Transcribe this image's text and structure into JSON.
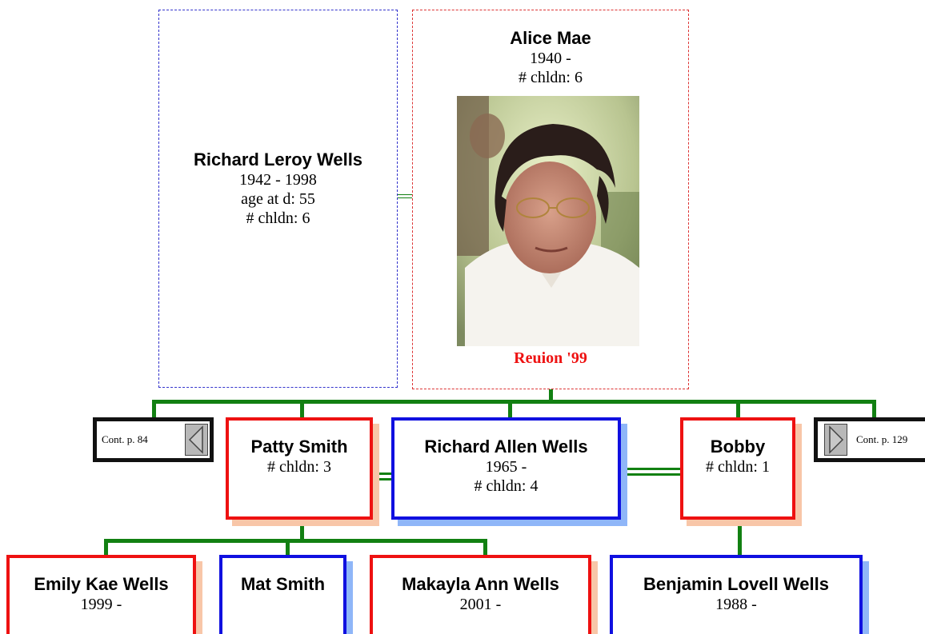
{
  "colors": {
    "male": "#1010e0",
    "female": "#ee1111",
    "line": "#128012",
    "shadow_male": "#8fb6f8",
    "shadow_female": "#f8c6a8",
    "caption": "#ee1111"
  },
  "parents": {
    "father": {
      "name": "Richard Leroy Wells",
      "years": "1942 - 1998",
      "age": "age at d: 55",
      "children": "# chldn: 6"
    },
    "mother": {
      "name": "Alice Mae",
      "years": "1940 -",
      "children": "# chldn: 6",
      "photo_caption": "Reuion '99"
    }
  },
  "nav": {
    "left": {
      "label": "Cont. p. 84",
      "icon": "left-arrow-icon"
    },
    "right": {
      "label": "Cont. p. 129",
      "icon": "right-arrow-icon"
    }
  },
  "children": [
    {
      "name": "Patty Smith",
      "line1": "# chldn: 3",
      "line2": ""
    },
    {
      "name": "Richard Allen Wells",
      "line1": "1965 -",
      "line2": "# chldn: 4"
    },
    {
      "name": "Bobby",
      "line1": "# chldn: 1",
      "line2": ""
    }
  ],
  "grandchildren": [
    {
      "name": "Emily Kae Wells",
      "line1": "1999 -"
    },
    {
      "name": "Mat Smith",
      "line1": ""
    },
    {
      "name": "Makayla Ann Wells",
      "line1": "2001 -"
    },
    {
      "name": "Benjamin Lovell Wells",
      "line1": "1988 -"
    }
  ]
}
